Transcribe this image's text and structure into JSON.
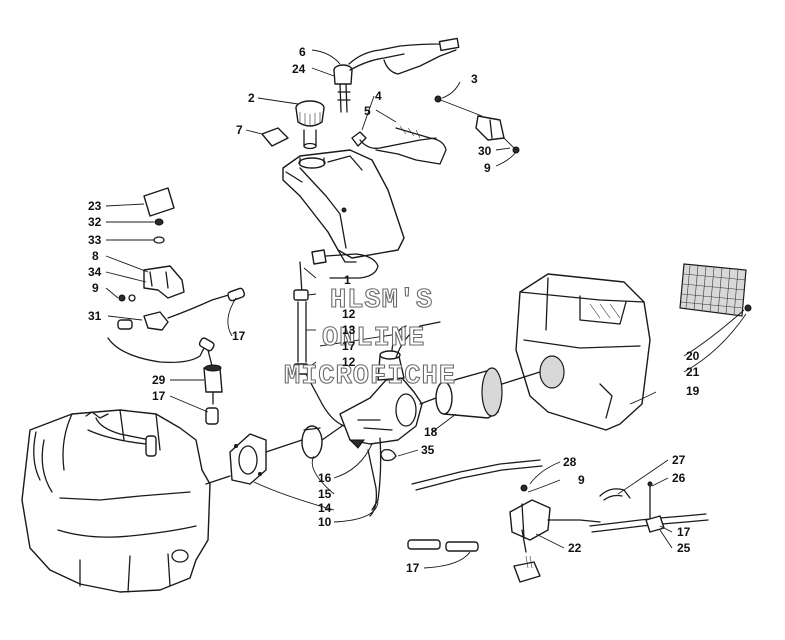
{
  "watermark": {
    "lines": [
      "HLSM'S",
      "ONLINE",
      "MICROFICHE"
    ]
  },
  "callouts": [
    {
      "id": "c6",
      "text": "6"
    },
    {
      "id": "c24",
      "text": "24"
    },
    {
      "id": "c2",
      "text": "2"
    },
    {
      "id": "c3",
      "text": "3"
    },
    {
      "id": "c4",
      "text": "4"
    },
    {
      "id": "c5",
      "text": "5"
    },
    {
      "id": "c7",
      "text": "7"
    },
    {
      "id": "c30",
      "text": "30"
    },
    {
      "id": "c9a",
      "text": "9"
    },
    {
      "id": "c23",
      "text": "23"
    },
    {
      "id": "c32",
      "text": "32"
    },
    {
      "id": "c33",
      "text": "33"
    },
    {
      "id": "c8",
      "text": "8"
    },
    {
      "id": "c34",
      "text": "34"
    },
    {
      "id": "c9b",
      "text": "9"
    },
    {
      "id": "c31",
      "text": "31"
    },
    {
      "id": "c17a",
      "text": "17"
    },
    {
      "id": "c1",
      "text": "1"
    },
    {
      "id": "c12a",
      "text": "12"
    },
    {
      "id": "c13",
      "text": "13"
    },
    {
      "id": "c17b",
      "text": "17"
    },
    {
      "id": "c12b",
      "text": "12"
    },
    {
      "id": "c29",
      "text": "29"
    },
    {
      "id": "c17c",
      "text": "17"
    },
    {
      "id": "c20",
      "text": "20"
    },
    {
      "id": "c21",
      "text": "21"
    },
    {
      "id": "c19",
      "text": "19"
    },
    {
      "id": "c18",
      "text": "18"
    },
    {
      "id": "c35",
      "text": "35"
    },
    {
      "id": "c16",
      "text": "16"
    },
    {
      "id": "c15",
      "text": "15"
    },
    {
      "id": "c14",
      "text": "14"
    },
    {
      "id": "c10",
      "text": "10"
    },
    {
      "id": "c28",
      "text": "28"
    },
    {
      "id": "c9c",
      "text": "9"
    },
    {
      "id": "c27",
      "text": "27"
    },
    {
      "id": "c26",
      "text": "26"
    },
    {
      "id": "c17d",
      "text": "17"
    },
    {
      "id": "c25",
      "text": "25"
    },
    {
      "id": "c22",
      "text": "22"
    },
    {
      "id": "c17e",
      "text": "17"
    }
  ]
}
